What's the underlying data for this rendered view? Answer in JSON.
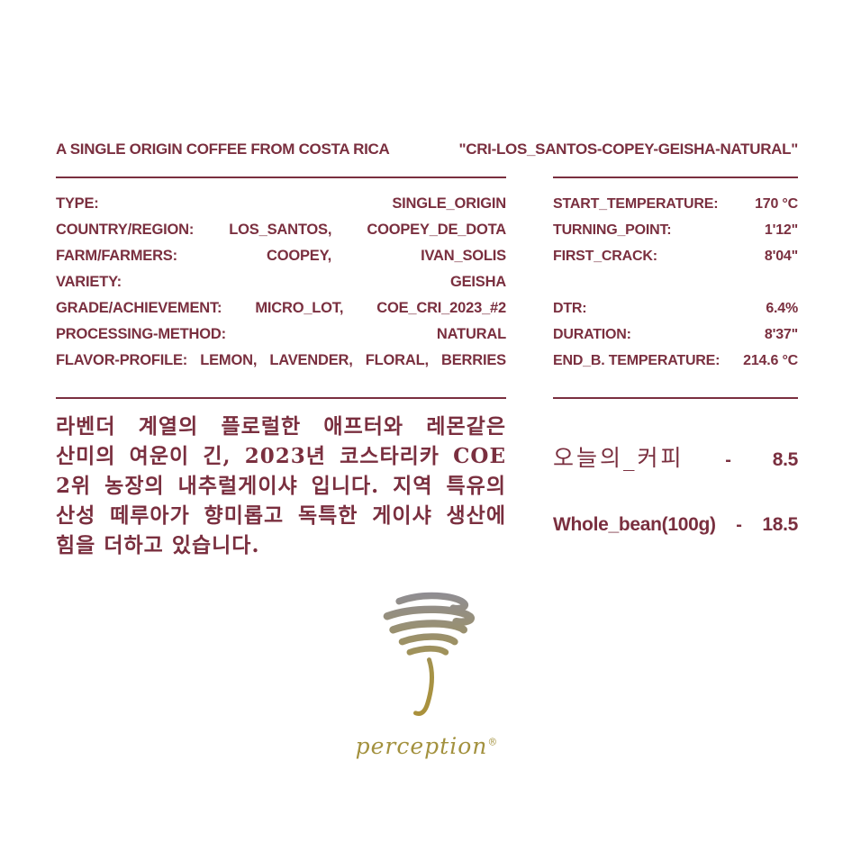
{
  "colors": {
    "maroon": "#7A2F3F",
    "gold": "#A3913E"
  },
  "header": {
    "left": "A SINGLE ORIGIN COFFEE FROM COSTA RICA",
    "right": "\"CRI-LOS_SANTOS-COPEY-GEISHA-NATURAL\""
  },
  "specs": {
    "left": [
      {
        "parts": [
          "TYPE:",
          "SINGLE_ORIGIN"
        ]
      },
      {
        "parts": [
          "COUNTRY/REGION:",
          "LOS_SANTOS,",
          "COOPEY_DE_DOTA"
        ]
      },
      {
        "parts": [
          "FARM/FARMERS:",
          "COOPEY,",
          "IVAN_SOLIS"
        ]
      },
      {
        "parts": [
          "VARIETY:",
          "GEISHA"
        ]
      },
      {
        "parts": [
          "GRADE/ACHIEVEMENT:",
          "MICRO_LOT,",
          "COE_CRI_2023_#2"
        ]
      },
      {
        "parts": [
          "PROCESSING-METHOD:",
          "NATURAL"
        ]
      },
      {
        "parts": [
          "FLAVOR-PROFILE:",
          "LEMON,",
          "LAVENDER,",
          "FLORAL,",
          "BERRIES"
        ]
      }
    ],
    "right_group1": [
      {
        "label": "START_TEMPERATURE:",
        "value": "170 °C"
      },
      {
        "label": "TURNING_POINT:",
        "value": "1'12\""
      },
      {
        "label": "FIRST_CRACK:",
        "value": "8'04\""
      }
    ],
    "right_group2": [
      {
        "label": "DTR:",
        "value": "6.4%"
      },
      {
        "label": "DURATION:",
        "value": "8'37\""
      },
      {
        "label": "END_B. TEMPERATURE:",
        "value": "214.6 °C"
      }
    ]
  },
  "description": {
    "text": "라벤더 계열의 플로럴한 애프터와 레몬같은 산미의 여운이 긴, 2023년 코스타리카 COE 2위 농장의 내추럴게이샤 입니다. 지역 특유의 산성 떼루아가 향미롭고 독특한 게이샤 생산에 힘을 더하고 있습니다."
  },
  "prices": [
    {
      "name": "오늘의_커피",
      "dash": "-",
      "value": "8.5"
    },
    {
      "name": "Whole_bean(100g)",
      "dash": "-",
      "value": "18.5"
    }
  ],
  "logo": {
    "wordmark": "perception",
    "mark": "®",
    "icon": "tornado-swirl-icon"
  }
}
